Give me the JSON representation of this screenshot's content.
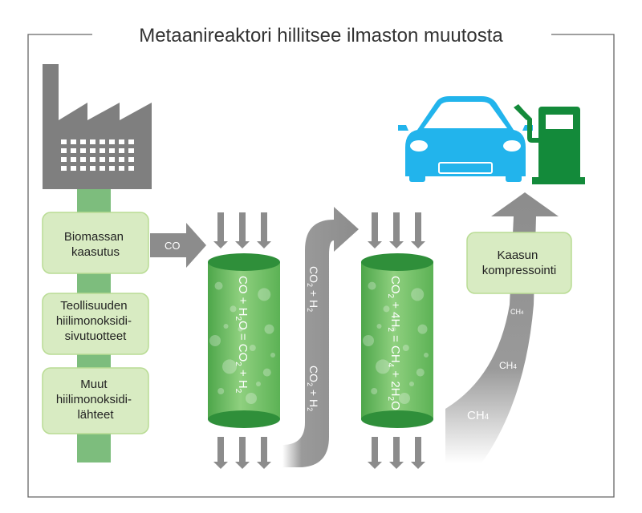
{
  "title": "Metaanireaktori hillitsee ilmaston muutosta",
  "sources": [
    {
      "lines": [
        "Biomassan",
        "kaasutus"
      ]
    },
    {
      "lines": [
        "Teollisuuden",
        "hiilimonoksidi-",
        "sivutuotteet"
      ]
    },
    {
      "lines": [
        "Muut",
        "hiilimonoksidi-",
        "lähteet"
      ]
    }
  ],
  "flows": {
    "co": "CO",
    "co2_h2": {
      "a": "CO",
      "sub_a": "2",
      "b": " + H",
      "sub_b": "2"
    },
    "ch4": {
      "a": "CH",
      "sub": "4"
    }
  },
  "reactors": [
    {
      "reaction": [
        {
          "t": "CO + H"
        },
        {
          "s": "2"
        },
        {
          "t": "O = CO"
        },
        {
          "s": "2"
        },
        {
          "t": " + H"
        },
        {
          "s": "2"
        }
      ]
    },
    {
      "reaction": [
        {
          "t": "CO"
        },
        {
          "s": "2"
        },
        {
          "t": " + 4H"
        },
        {
          "s": "2"
        },
        {
          "t": " = CH"
        },
        {
          "s": "4"
        },
        {
          "t": " + 2H"
        },
        {
          "s": "2"
        },
        {
          "t": "O"
        }
      ]
    }
  ],
  "compression": {
    "lines": [
      "Kaasun",
      "kompressointi"
    ]
  },
  "colors": {
    "frame": "#666666",
    "gray": "#8c8c8c",
    "factory": "#7f7f7f",
    "chimney_green": "#7dbd7d",
    "box_fill": "#d8ebc2",
    "box_stroke": "#b9dc94",
    "reactor_light": "#77c06c",
    "reactor_dark": "#2f8f3a",
    "car": "#22b4ec",
    "pump": "#138a3a"
  },
  "icons": [
    "factory-icon",
    "car-icon",
    "fuel-pump-icon"
  ]
}
